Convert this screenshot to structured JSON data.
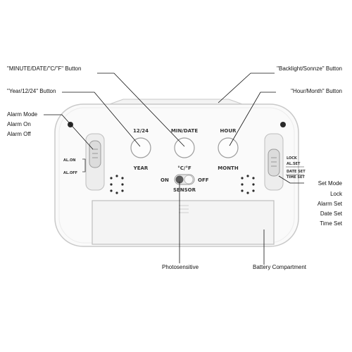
{
  "callouts": {
    "minute_date_cf": "\"MINUTE/DATE/\"C/\"F\" Button",
    "backlight_snooze": "\"Backlight/Sonnze\" Button",
    "year_12_24": "\"Year/12/24\" Button",
    "hour_month": "\"Hour/Month\" Button",
    "alarm_mode": "Alarm Mode",
    "alarm_on": "Alarm On",
    "alarm_off": "Alarm Off",
    "set_mode": "Set Mode",
    "lock": "Lock",
    "alarm_set": "Alarm Set",
    "date_set": "Date Set",
    "time_set": "Time Set",
    "photosensitive": "Photosensitive",
    "battery_compartment": "Battery Compartment"
  },
  "device": {
    "btn_12_24_label": "12/24",
    "btn_min_date_label": "MIN/DATE",
    "btn_hour_label": "HOUR",
    "year_label": "YEAR",
    "cf_label": "°C/°F",
    "month_label": "MONTH",
    "al_on": "AL.ON",
    "al_off": "AL.OFF",
    "lock": "LOCK",
    "al_set": "AL.SET",
    "date_set": "DATE SET",
    "time_set": "TIME SET",
    "on": "ON",
    "off": "OFF",
    "sensor": "SENSOR"
  }
}
